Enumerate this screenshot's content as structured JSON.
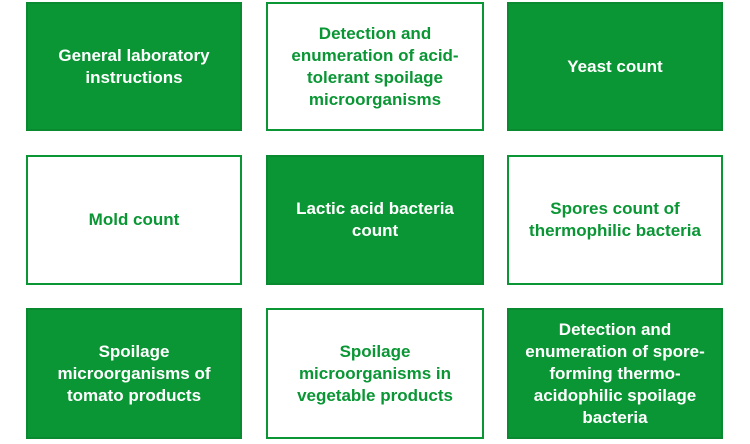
{
  "colors": {
    "accent": "#0a9634",
    "text_on_accent": "#ffffff",
    "background": "#ffffff"
  },
  "tiles": [
    {
      "label": "General laboratory\ninstructions",
      "style": "filled"
    },
    {
      "label": "Detection and\nenumeration of acid-\ntolerant spoilage\nmicroorganisms",
      "style": "outline"
    },
    {
      "label": "Yeast count",
      "style": "filled"
    },
    {
      "label": "Mold count",
      "style": "outline"
    },
    {
      "label": "Lactic acid bacteria\ncount",
      "style": "filled"
    },
    {
      "label": "Spores count of\nthermophilic bacteria",
      "style": "outline"
    },
    {
      "label": "Spoilage\nmicroorganisms of\ntomato products",
      "style": "filled"
    },
    {
      "label": "Spoilage\nmicroorganisms in\nvegetable products",
      "style": "outline"
    },
    {
      "label": "Detection and\nenumeration of spore-\nforming thermo-\nacidophilic spoilage\nbacteria",
      "style": "filled"
    }
  ]
}
